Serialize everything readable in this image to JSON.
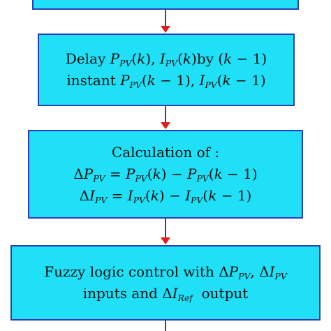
{
  "colors": {
    "box_fill": "#1fe0f7",
    "box_border": "#2a3fb5",
    "connector_line": "#2a3fb5",
    "arrow_head": "#e21b1b"
  },
  "boxes": [
    {
      "name": "top-box-partial",
      "lines": []
    },
    {
      "name": "delay-box",
      "lines": [
        "Delay P_PV(k), I_PV(k) by (k − 1)",
        "instant P_PV(k − 1), I_PV(k − 1)"
      ]
    },
    {
      "name": "calculation-box",
      "lines": [
        "Calculation of :",
        "ΔP_PV = P_PV(k) − P_PV(k − 1)",
        "ΔI_PV = I_PV(k) − I_PV(k − 1)"
      ]
    },
    {
      "name": "fuzzy-control-box",
      "lines": [
        "Fuzzy logic control with ΔP_PV, ΔI_PV",
        "inputs and ΔI_Ref output"
      ]
    }
  ]
}
